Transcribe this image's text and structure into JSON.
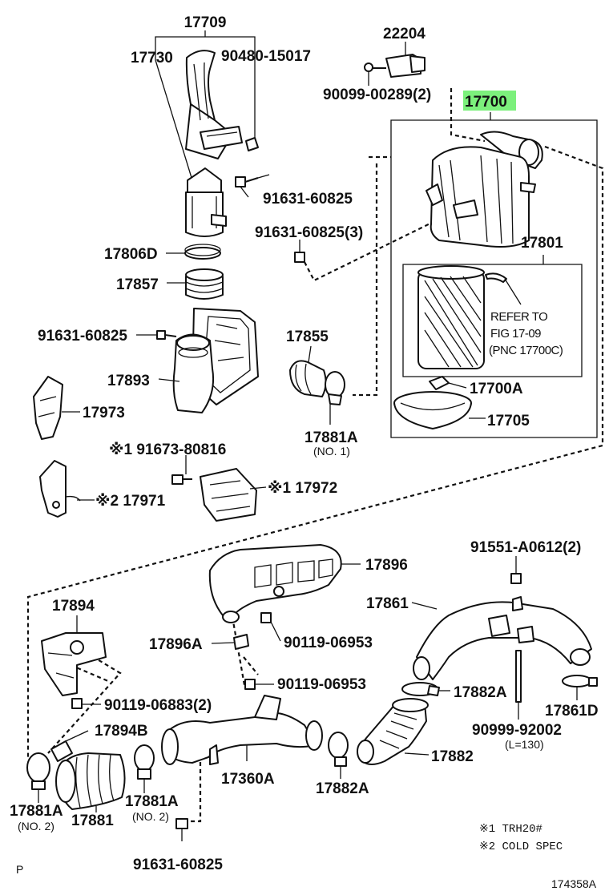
{
  "labels": {
    "p17709": "17709",
    "p17730": "17730",
    "p90480": "90480-15017",
    "p22204": "22204",
    "p90099": "90099-00289(2)",
    "p17700": "17700",
    "p91631a": "91631-60825",
    "p91631b": "91631-60825(3)",
    "p17806d": "17806D",
    "p17801": "17801",
    "p17857": "17857",
    "p91631c": "91631-60825",
    "p17855": "17855",
    "p17893": "17893",
    "p17700a": "17700A",
    "p17973": "17973",
    "p17705": "17705",
    "p17881a1": "17881A",
    "no1": "(NO. 1)",
    "p91673": "※1 91673-80816",
    "p17971": "※2 17971",
    "p17972": "※1 17972",
    "p91551": "91551-A0612(2)",
    "p17896": "17896",
    "p17894": "17894",
    "p17861": "17861",
    "p17896a": "17896A",
    "p90119a": "90119-06953",
    "p90119b": "90119-06953",
    "p17882a1": "17882A",
    "p90119c": "90119-06883(2)",
    "p17861d": "17861D",
    "p17894b": "17894B",
    "p90999": "90999-92002",
    "l130": "(L=130)",
    "p17882": "17882",
    "p17360a": "17360A",
    "p17881a2": "17881A",
    "no2a": "(NO. 2)",
    "p17881": "17881",
    "p17881a3": "17881A",
    "no2b": "(NO. 2)",
    "p17882a2": "17882A",
    "p91631d": "91631-60825"
  },
  "reference": {
    "line1": "REFER TO",
    "line2": "FIG 17-09",
    "line3": "(PNC 17700C)"
  },
  "notes": {
    "note1": "※1  TRH20#",
    "note2": "※2  COLD SPEC"
  },
  "footer": {
    "page_letter": "P",
    "diagram_id": "174358A"
  },
  "colors": {
    "highlight": "#7cf07c"
  }
}
